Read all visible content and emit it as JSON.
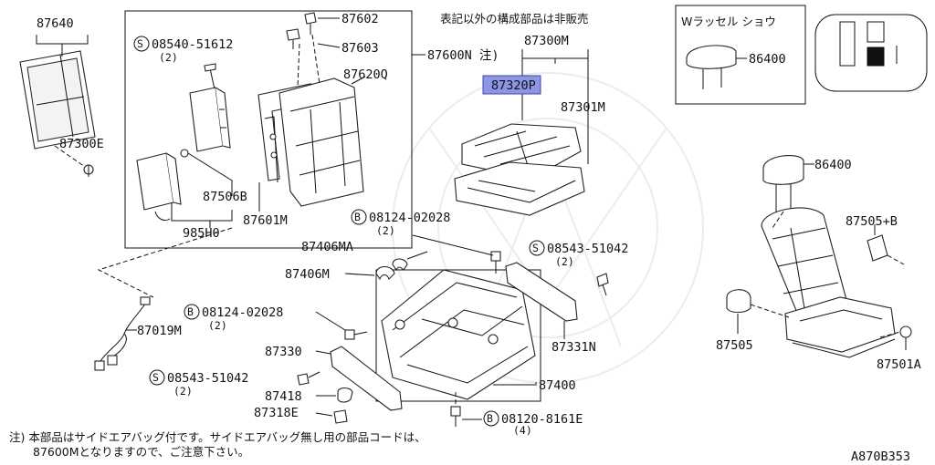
{
  "header_note": "表記以外の構成部品は非販売",
  "inset": {
    "title": "Wラッセル ショウ",
    "part": "86400"
  },
  "labels": {
    "p87640": "87640",
    "p87300E": "87300E",
    "s08540": "08540-51612",
    "s08540_qty": "(2)",
    "p87602": "87602",
    "p87603": "87603",
    "p87600N": "87600N 注)",
    "p87620Q": "87620Q",
    "p87506B": "87506B",
    "p87601M": "87601M",
    "p985H0": "985H0",
    "p87300M": "87300M",
    "p87320P": "87320P",
    "p87301M": "87301M",
    "b08124a": "08124-02028",
    "b08124a_qty": "(2)",
    "p87406MA": "87406MA",
    "p87406M": "87406M",
    "s08543a": "08543-51042",
    "s08543a_qty": "(2)",
    "p87019M": "87019M",
    "b08124b": "08124-02028",
    "b08124b_qty": "(2)",
    "p87331N": "87331N",
    "p87330": "87330",
    "s08543b": "08543-51042",
    "s08543b_qty": "(2)",
    "p87418": "87418",
    "p87400": "87400",
    "p87318E": "87318E",
    "b08120": "08120-8161E",
    "b08120_qty": "(4)",
    "p86400": "86400",
    "p87505B": "87505+B",
    "p87505": "87505",
    "p87501A": "87501A",
    "letter_s": "S",
    "letter_b": "B"
  },
  "footnote": {
    "line1": "注) 本部品はサイドエアバッグ付です。サイドエアバッグ無し用の部品コードは、",
    "line2": "87600Mとなりますので、ご注意下さい。"
  },
  "diagram_code": "A870B353",
  "highlight_color": "#8d95e6"
}
